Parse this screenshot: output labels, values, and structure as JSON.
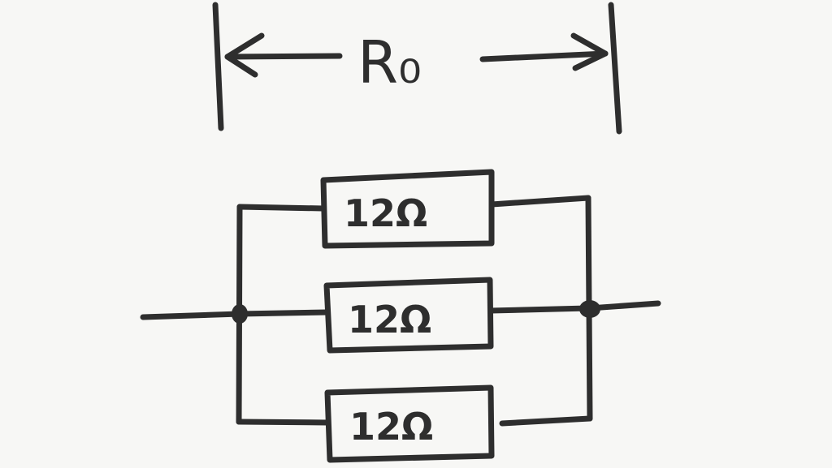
{
  "dimension": {
    "label": "R₀"
  },
  "resistors": [
    {
      "label": "12Ω"
    },
    {
      "label": "12Ω"
    },
    {
      "label": "12Ω"
    }
  ],
  "colors": {
    "ink": "#2e2e2e",
    "background": "#f7f7f5"
  }
}
